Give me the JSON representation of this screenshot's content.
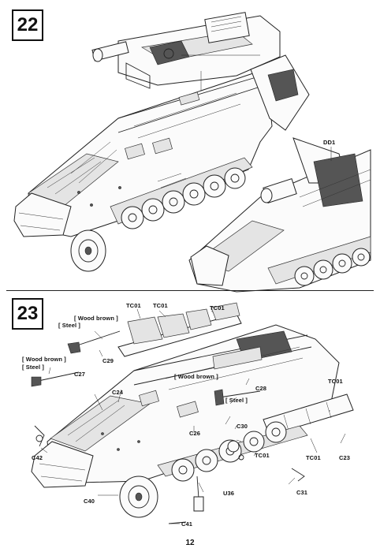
{
  "steps": [
    {
      "number": "22"
    },
    {
      "number": "23"
    }
  ],
  "step22": {
    "callouts": {
      "dd1": "DD1"
    }
  },
  "step23": {
    "callouts": {
      "tc01_a": "TC01",
      "tc01_b": "TC01",
      "tc01_c": "TC01",
      "tc01_d": "TC01",
      "tc01_e": "TC01",
      "tc01_f": "TC01",
      "c29": "C29",
      "c27": "C27",
      "c24": "C24",
      "c28": "C28",
      "c26": "C26",
      "c30": "C30",
      "c23": "C23",
      "c42": "C42",
      "c40": "C40",
      "u36": "U36",
      "c31": "C31",
      "c41": "C41"
    },
    "material_notes": {
      "wood_brown_1": "[ Wood brown ]",
      "steel_1": "[ Steel ]",
      "wood_brown_2": "[ Wood brown ]",
      "steel_2": "[ Steel ]",
      "wood_brown_3": "[ Wood brown ]",
      "steel_3": "[ Steel ]"
    }
  },
  "page_number": "12"
}
